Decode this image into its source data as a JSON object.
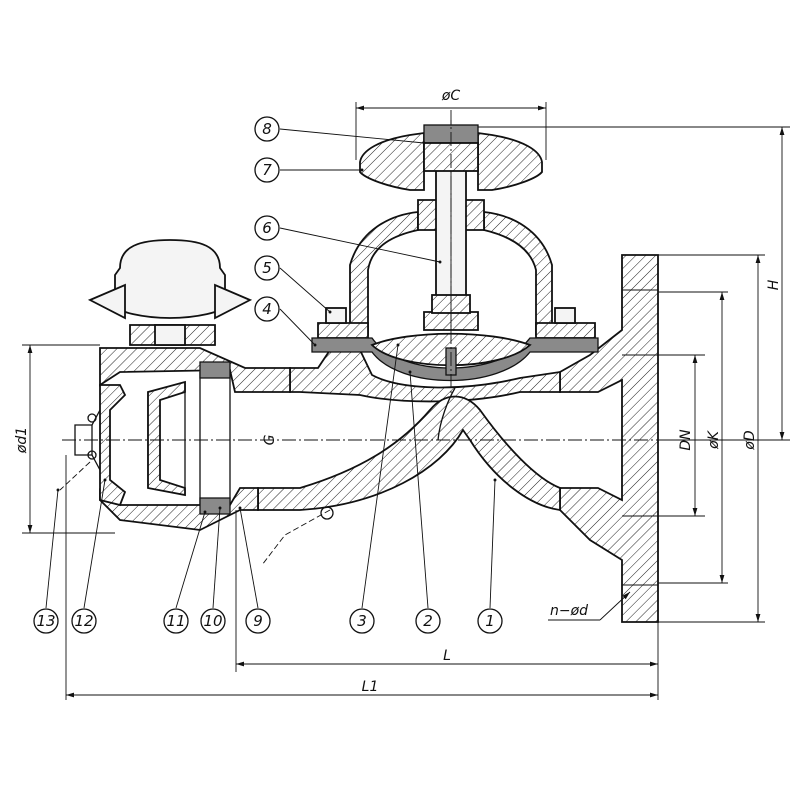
{
  "drawing": {
    "dimensions": {
      "phi_c": "øC",
      "h": "H",
      "dn": "DN",
      "phi_k": "øK",
      "phi_d_outer": "øD",
      "phi_d1": "ød1",
      "g": "G",
      "l": "L",
      "l1": "L1",
      "n_phi_d": "n−ød"
    },
    "parts": [
      "1",
      "2",
      "3",
      "4",
      "5",
      "6",
      "7",
      "8",
      "9",
      "10",
      "11",
      "12",
      "13"
    ]
  }
}
